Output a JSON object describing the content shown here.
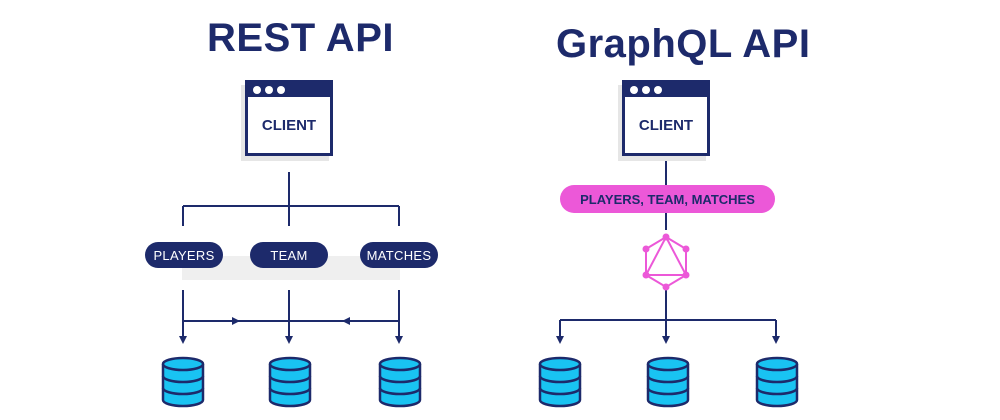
{
  "rest": {
    "title": "REST API",
    "client_label": "CLIENT",
    "endpoints": [
      "PLAYERS",
      "TEAM",
      "MATCHES"
    ]
  },
  "graphql": {
    "title": "GraphQL API",
    "client_label": "CLIENT",
    "query_label": "PLAYERS, TEAM, MATCHES"
  },
  "colors": {
    "navy": "#1d2a6b",
    "graphql_pink": "#ec58d8",
    "database_fill": "#19c3f2"
  },
  "icons": {
    "client": "browser-window-icon",
    "database": "database-icon",
    "graphql": "graphql-logo-icon"
  }
}
